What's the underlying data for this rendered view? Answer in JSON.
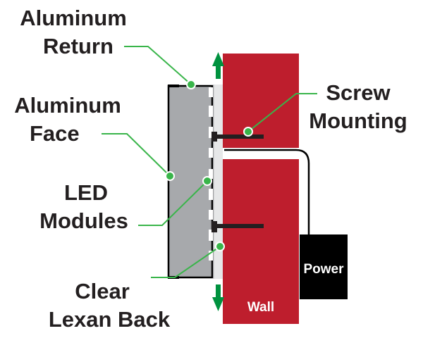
{
  "labels": {
    "aluminum_return": [
      "Aluminum",
      "Return"
    ],
    "aluminum_face": [
      "Aluminum",
      "Face"
    ],
    "led_modules": [
      "LED",
      "Modules"
    ],
    "clear_lexan_back": [
      "Clear",
      "Lexan Back"
    ],
    "screw_mounting": [
      "Screw",
      "Mounting"
    ],
    "wall": "Wall",
    "power": "Power"
  },
  "colors": {
    "wall": "#be1e2d",
    "power_box": "#000000",
    "face": "#a7a9ac",
    "lexan": "#e6e7e8",
    "callout_line": "#39b54a",
    "arrow": "#00923f",
    "text": "#231f20"
  }
}
